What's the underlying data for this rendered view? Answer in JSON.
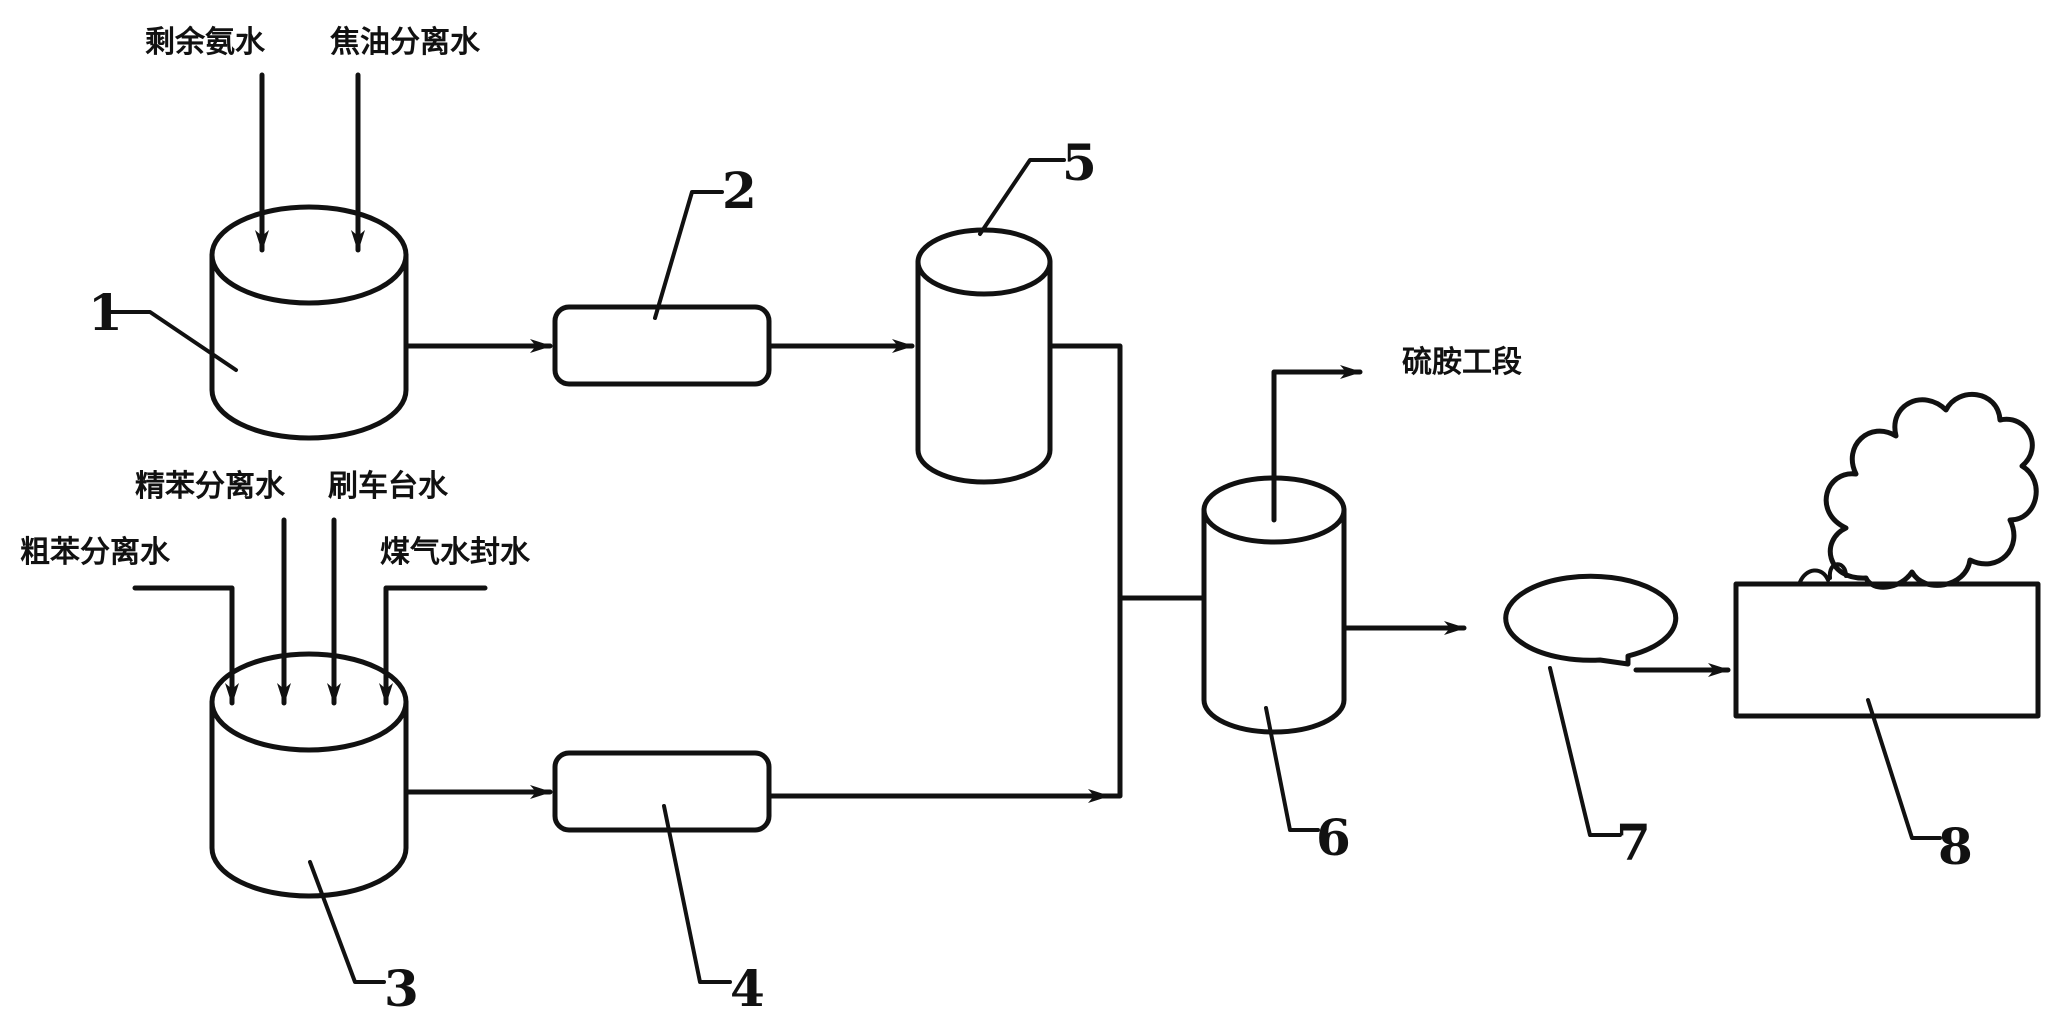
{
  "inputs": {
    "remaining_ammonia_water": "剩余氨水",
    "tar_separation_water": "焦油分离水",
    "refined_benzene_separation_water": "精苯分离水",
    "truck_wash_water": "刷车台水",
    "crude_benzene_separation_water": "粗苯分离水",
    "gas_water_seal_water": "煤气水封水"
  },
  "outputs": {
    "ammonium_sulfate_section": "硫胺工段"
  },
  "labels": {
    "n1": "1",
    "n2": "2",
    "n3": "3",
    "n4": "4",
    "n5": "5",
    "n6": "6",
    "n7": "7",
    "n8": "8"
  }
}
